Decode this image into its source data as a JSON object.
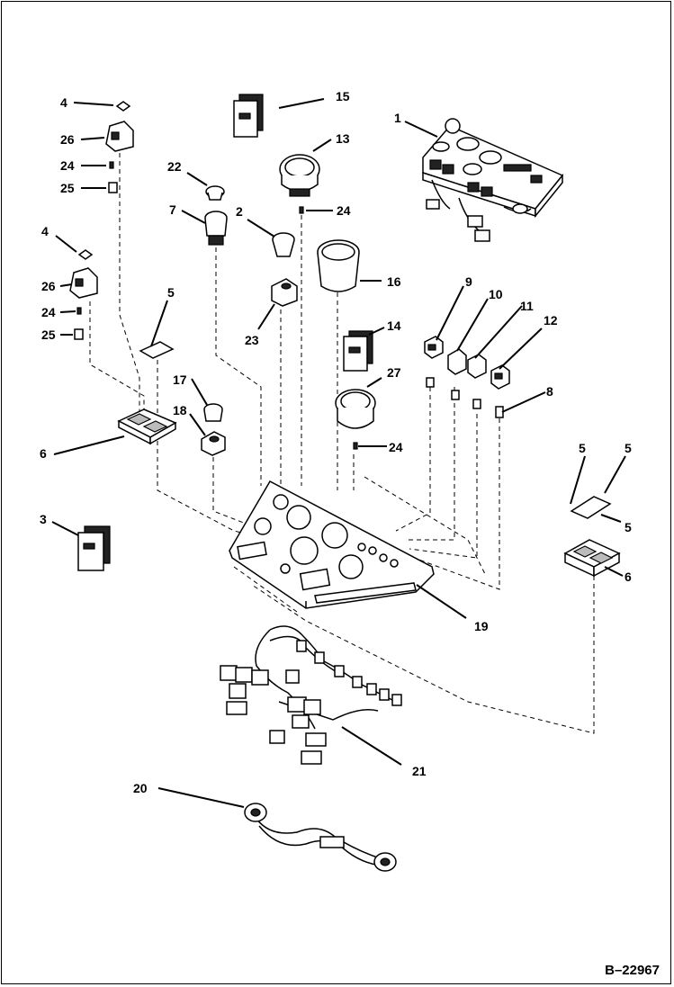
{
  "diagram": {
    "reference_number": "B–22967",
    "callouts": [
      {
        "id": "c-4a",
        "label": "4"
      },
      {
        "id": "c-26a",
        "label": "26"
      },
      {
        "id": "c-24a",
        "label": "24"
      },
      {
        "id": "c-25a",
        "label": "25"
      },
      {
        "id": "c-4b",
        "label": "4"
      },
      {
        "id": "c-26b",
        "label": "26"
      },
      {
        "id": "c-24b",
        "label": "24"
      },
      {
        "id": "c-25b",
        "label": "25"
      },
      {
        "id": "c-22",
        "label": "22"
      },
      {
        "id": "c-7",
        "label": "7"
      },
      {
        "id": "c-2",
        "label": "2"
      },
      {
        "id": "c-23",
        "label": "23"
      },
      {
        "id": "c-15",
        "label": "15"
      },
      {
        "id": "c-13",
        "label": "13"
      },
      {
        "id": "c-24c",
        "label": "24"
      },
      {
        "id": "c-16",
        "label": "16"
      },
      {
        "id": "c-1",
        "label": "1"
      },
      {
        "id": "c-5a",
        "label": "5"
      },
      {
        "id": "c-17",
        "label": "17"
      },
      {
        "id": "c-18",
        "label": "18"
      },
      {
        "id": "c-6a",
        "label": "6"
      },
      {
        "id": "c-14",
        "label": "14"
      },
      {
        "id": "c-27",
        "label": "27"
      },
      {
        "id": "c-24d",
        "label": "24"
      },
      {
        "id": "c-9",
        "label": "9"
      },
      {
        "id": "c-10",
        "label": "10"
      },
      {
        "id": "c-11",
        "label": "11"
      },
      {
        "id": "c-12",
        "label": "12"
      },
      {
        "id": "c-8",
        "label": "8"
      },
      {
        "id": "c-3",
        "label": "3"
      },
      {
        "id": "c-5b",
        "label": "5"
      },
      {
        "id": "c-5c",
        "label": "5"
      },
      {
        "id": "c-5d",
        "label": "5"
      },
      {
        "id": "c-6b",
        "label": "6"
      },
      {
        "id": "c-19",
        "label": "19"
      },
      {
        "id": "c-21",
        "label": "21"
      },
      {
        "id": "c-20",
        "label": "20"
      }
    ]
  }
}
